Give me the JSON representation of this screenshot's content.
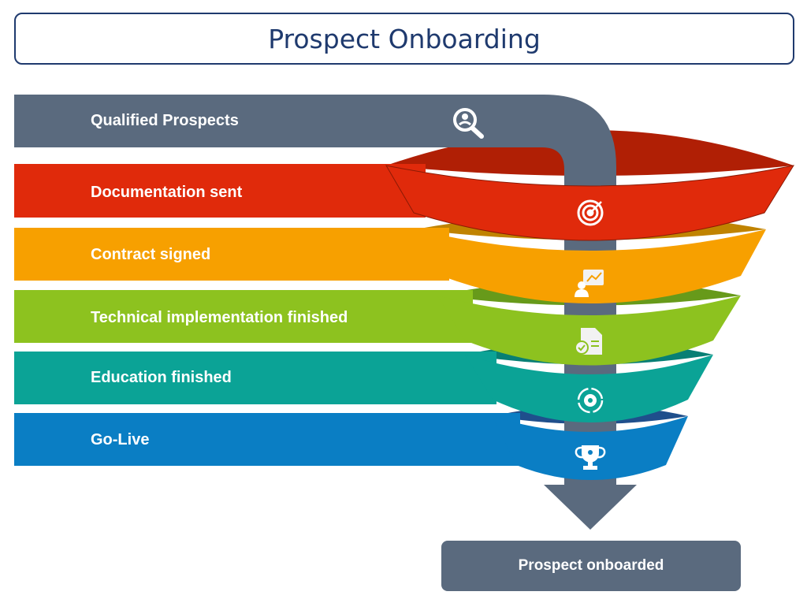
{
  "title": "Prospect Onboarding",
  "stages": [
    {
      "label": "Qualified Prospects",
      "icon": "magnifier-person-icon",
      "color": "#5a6a7e"
    },
    {
      "label": "Documentation sent",
      "icon": "target-icon",
      "color": "#e02a0b"
    },
    {
      "label": "Contract signed",
      "icon": "presentation-chart-icon",
      "color": "#f7a000"
    },
    {
      "label": "Technical implementation finished",
      "icon": "document-check-icon",
      "color": "#8dc21f"
    },
    {
      "label": "Education finished",
      "icon": "gear-cycle-icon",
      "color": "#0ba396"
    },
    {
      "label": "Go-Live",
      "icon": "trophy-icon",
      "color": "#0a7ec4"
    }
  ],
  "result": "Prospect onboarded"
}
